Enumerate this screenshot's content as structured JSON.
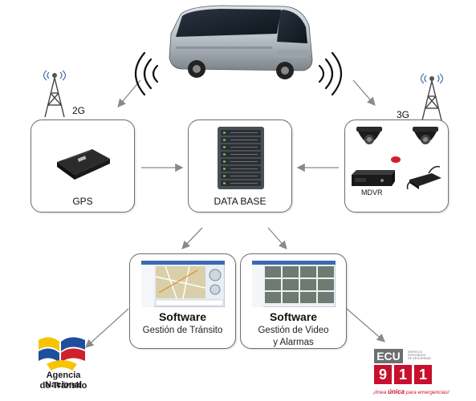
{
  "labels": {
    "net_left": "2G",
    "net_right": "3G",
    "gps": "GPS",
    "database": "DATA BASE",
    "mdvr": "MDVR"
  },
  "software_transit": {
    "title": "Software",
    "subtitle": "Gestión de Tránsito"
  },
  "software_video": {
    "title": "Software",
    "subtitle_line1": "Gestión de Video",
    "subtitle_line2": "y Alarmas"
  },
  "agency": {
    "line1": "Agencia Nacional",
    "line2": "de Tránsito"
  },
  "ecu911": {
    "ecu_text": "ECU",
    "digits": [
      "9",
      "1",
      "1"
    ],
    "small_text_lines": [
      "SERVICIO",
      "INTEGRADO",
      "DE SEGURIDAD"
    ],
    "slogan_pre": "¡línea ",
    "slogan_bold": "única",
    "slogan_post": " para emergencias!"
  },
  "colors": {
    "arrow": "#8a8a8a",
    "box_border": "#6e6e6e",
    "ecu_red": "#c8102e",
    "ecu_grey": "#6d6e71",
    "ant_yellow": "#f6c400",
    "ant_blue": "#1f4e9c",
    "ant_red": "#d0202a"
  }
}
